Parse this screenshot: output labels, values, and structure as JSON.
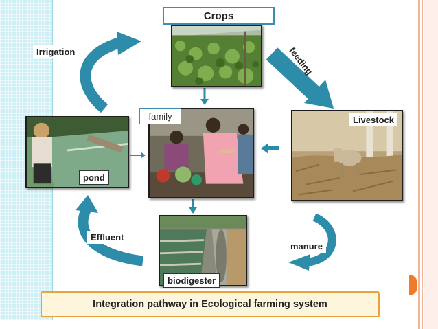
{
  "diagram": {
    "nodes": {
      "crops": "Crops",
      "family": "family",
      "livestock": "Livestock",
      "pond": "pond",
      "biodigester": "biodigester"
    },
    "flows": {
      "irrigation": "Irrigation",
      "feeding": "feeding",
      "effluent": "Effluent",
      "manure": "manure"
    },
    "caption": "Integration pathway in Ecological farming system"
  },
  "colors": {
    "arrow": "#2e8cab",
    "caption_border": "#e8a43a",
    "caption_fill": "#fdf6dc",
    "accent_orange": "#ee7a2c"
  }
}
